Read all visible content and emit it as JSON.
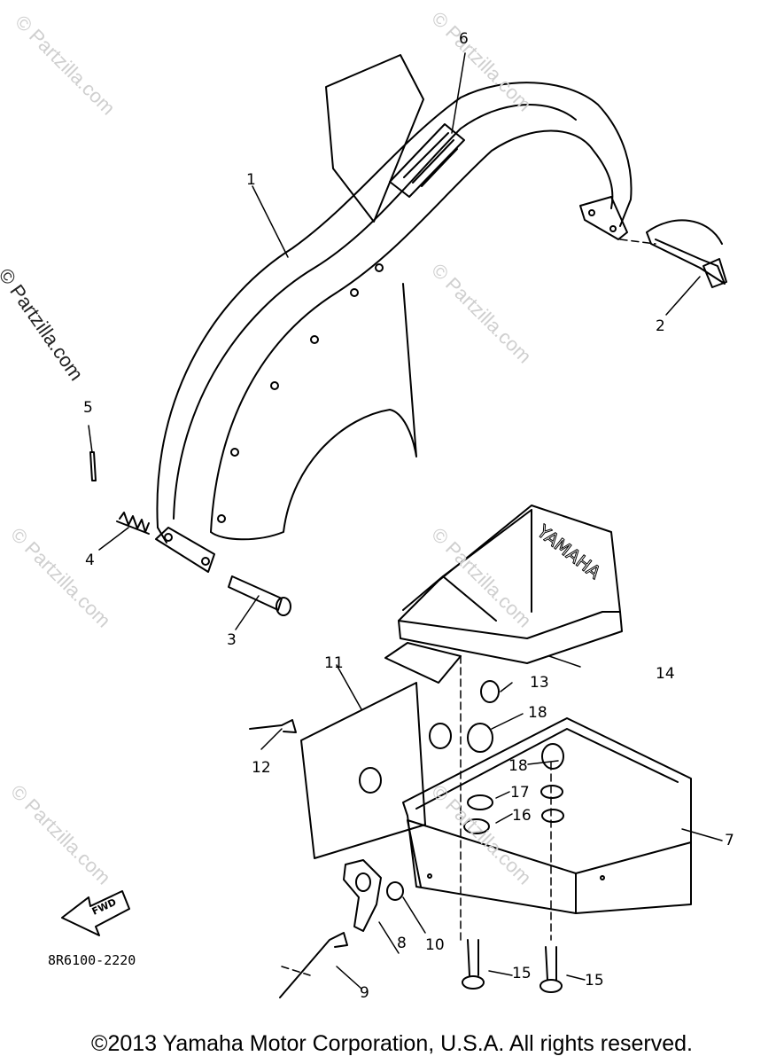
{
  "diagram": {
    "watermark": "© Partzilla.com",
    "part_code": "8R6100-2220",
    "copyright": "©2013  Yamaha Motor Corporation, U.S.A. All rights reserved.",
    "fwd_label": "FWD",
    "brand_emboss": "YAMAHA",
    "callouts": [
      {
        "id": "c1",
        "label": "1"
      },
      {
        "id": "c2",
        "label": "2"
      },
      {
        "id": "c3",
        "label": "3"
      },
      {
        "id": "c4",
        "label": "4"
      },
      {
        "id": "c5",
        "label": "5"
      },
      {
        "id": "c6",
        "label": "6"
      },
      {
        "id": "c7",
        "label": "7"
      },
      {
        "id": "c8",
        "label": "8"
      },
      {
        "id": "c9",
        "label": "9"
      },
      {
        "id": "c10",
        "label": "10"
      },
      {
        "id": "c11",
        "label": "11"
      },
      {
        "id": "c12",
        "label": "12"
      },
      {
        "id": "c13",
        "label": "13"
      },
      {
        "id": "c14",
        "label": "14"
      },
      {
        "id": "c15a",
        "label": "15"
      },
      {
        "id": "c15b",
        "label": "15"
      },
      {
        "id": "c16",
        "label": "16"
      },
      {
        "id": "c17",
        "label": "17"
      },
      {
        "id": "c18a",
        "label": "18"
      },
      {
        "id": "c18b",
        "label": "18"
      }
    ]
  }
}
